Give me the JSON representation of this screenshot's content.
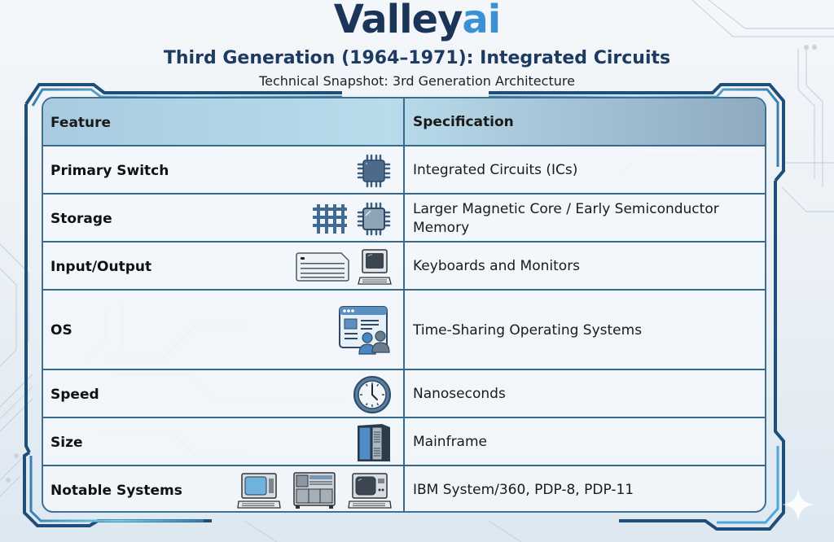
{
  "header": {
    "logo_main": "Valley",
    "logo_accent": "ai",
    "title": "Third Generation (1964–1971): Integrated Circuits",
    "subtitle": "Technical Snapshot: 3rd Generation Architecture"
  },
  "table": {
    "columns": [
      "Feature",
      "Specification"
    ],
    "rows": [
      {
        "feature": "Primary Switch",
        "spec": "Integrated Circuits (ICs)",
        "icons": [
          "ic-chip-icon"
        ]
      },
      {
        "feature": "Storage",
        "spec": "Larger Magnetic Core / Early Semiconductor Memory",
        "icons": [
          "magnetic-core-grid-icon",
          "memory-chip-icon"
        ]
      },
      {
        "feature": "Input/Output",
        "spec": "Keyboards and Monitors",
        "icons": [
          "keyboard-icon",
          "monitor-terminal-icon"
        ]
      },
      {
        "feature": "OS",
        "spec": "Time-Sharing Operating Systems",
        "icons": [
          "os-window-users-icon"
        ]
      },
      {
        "feature": "Speed",
        "spec": "Nanoseconds",
        "icons": [
          "clock-icon"
        ]
      },
      {
        "feature": "Size",
        "spec": "Mainframe",
        "icons": [
          "mainframe-cabinet-icon"
        ]
      },
      {
        "feature": "Notable Systems",
        "spec": "IBM System/360, PDP-8, PDP-11",
        "icons": [
          "terminal-computer-icon",
          "minicomputer-cabinet-icon",
          "retro-computer-icon"
        ]
      }
    ]
  },
  "colors": {
    "brand_dark": "#1b3558",
    "brand_accent": "#3a92d4",
    "title": "#1d3a63",
    "frame": "#3f6f92",
    "header_bg": "#b8dcea"
  }
}
